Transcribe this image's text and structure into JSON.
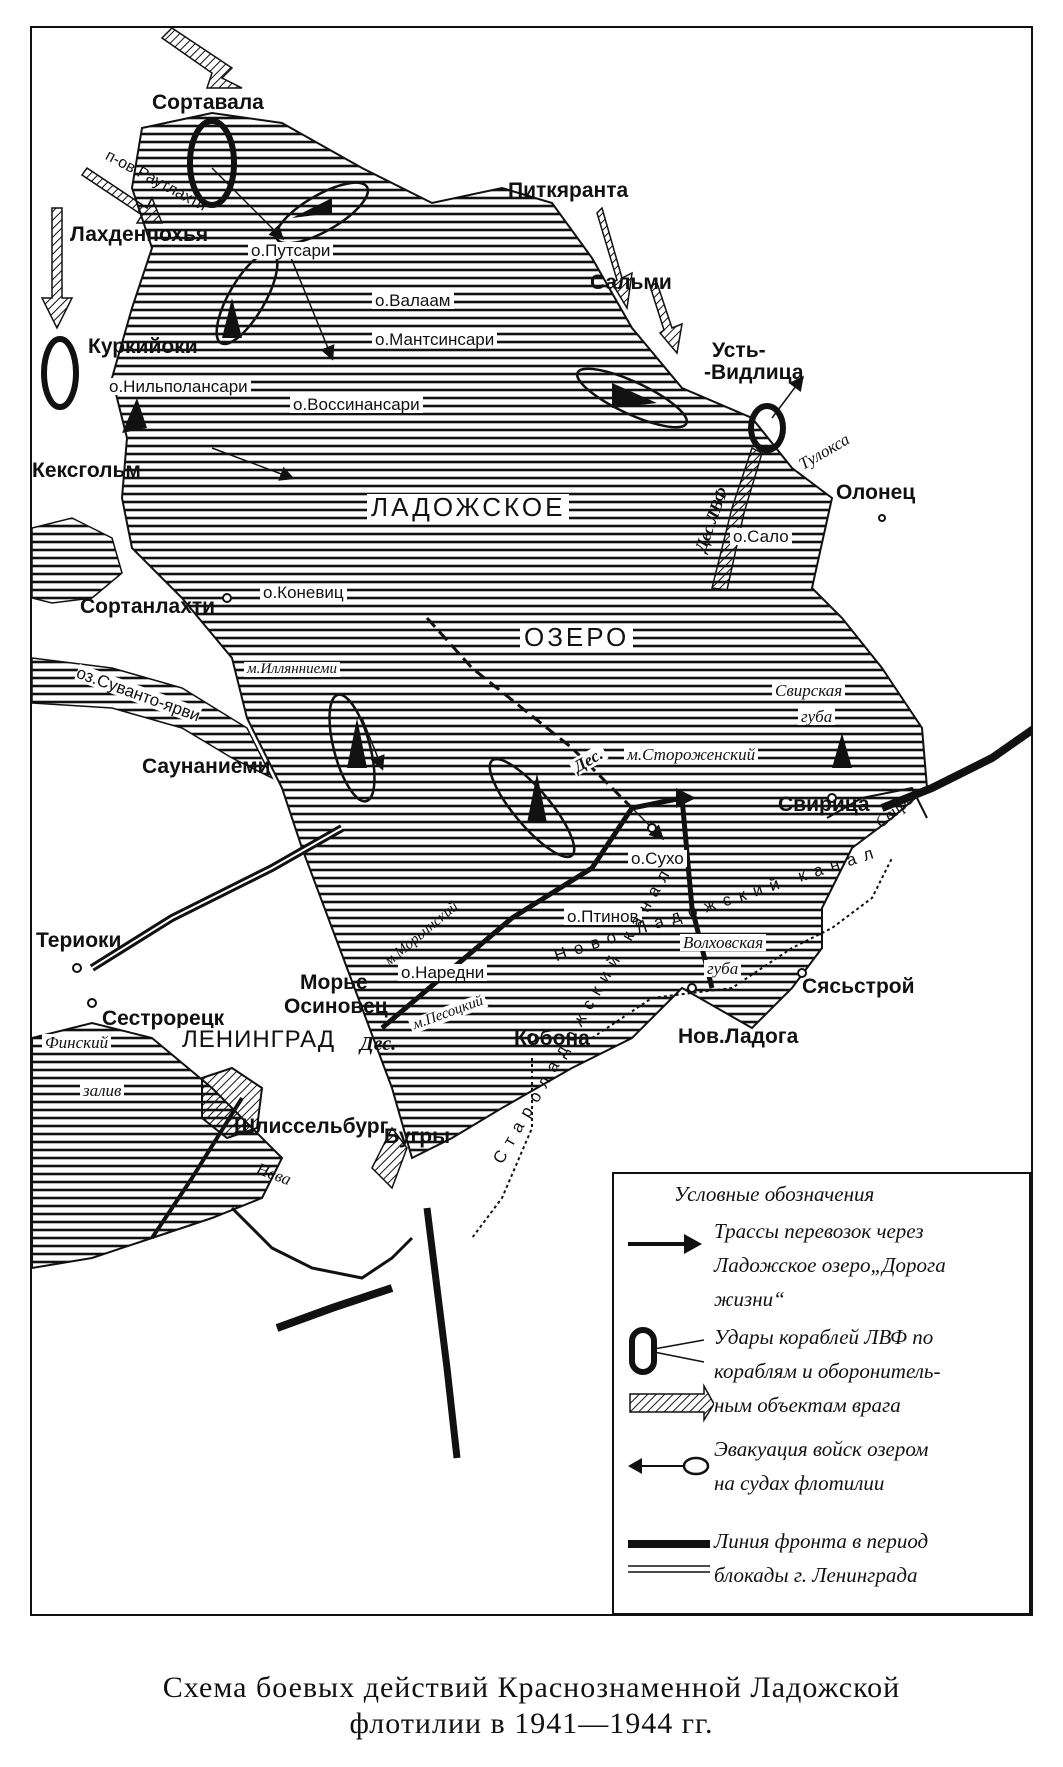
{
  "labels": {
    "sortavala": "Сортавала",
    "rautalahti": "п-ов Раутлахти",
    "lahdenpohja": "Лахденпохья",
    "putsari": "о.Путсари",
    "valaam": "о.Валаам",
    "mantsinsari": "о.Мантсинсари",
    "pitkyaranta": "Питкяранта",
    "salmi": "Сальми",
    "ust_vidlitsa_1": "Усть-",
    "ust_vidlitsa_2": "-Видлица",
    "kurkiyoki": "Куркийоки",
    "nilpolansari": "о.Нильполансари",
    "vossinansari": "о.Воссинансари",
    "keksgolm": "Кексгольм",
    "ladozhskoe": "ЛАДОЖСКОЕ",
    "ozero": "ОЗЕРО",
    "des_lvf": "Дес.ЛВФ",
    "tuloksa": "Тулокса",
    "olonets": "Олонец",
    "salo": "о.Сало",
    "sortanlahti": "Сортанлахти",
    "konevits": "о.Коневиц",
    "suvanto": "оз.Суванто-ярви",
    "illyaniemi": "м.Иллянниеми",
    "svirskaya": "Свирская",
    "guba_svir": "губа",
    "storozhensky": "м.Стороженский",
    "des_center": "Дес.",
    "saunaniemi": "Саунаниеми",
    "svirica": "Свирица",
    "svir": "Свирь",
    "suho": "о.Сухо",
    "ptinov": "о.Птинов",
    "volhovskaya": "Волховская",
    "guba_volh": "губа",
    "terioki": "Териоки",
    "morye": "Морье",
    "osinovets": "Осиновец",
    "nAredni": "о.Наредни",
    "morinsky": "м.Морьинский",
    "pesotsky": "м.Песоцкий",
    "sestroretsk": "Сестрорецк",
    "finsky": "Финский",
    "zaliv": "залив",
    "leningrad": "ЛЕНИНГРАД",
    "des_west": "Дес.",
    "kobona": "Кобона",
    "syasstroy": "Сясьстрой",
    "nov_ladoga": "Нов.Ладога",
    "shlisselburg": "Шлиссельбург",
    "neva": "Нева",
    "bugry": "Бугры",
    "new_ladoga_canal": "Ново-Ладожский канал",
    "old_ladoga_canal": "Староладожский канал"
  },
  "legend": {
    "title": "Условные обозначения",
    "item1": [
      "Трассы перевозок через",
      "Ладожское озеро„Дорога",
      "жизни“"
    ],
    "item2": [
      "Удары кораблей ЛВФ по",
      "кораблям и оборонитель-",
      "ным объектам врага"
    ],
    "item3": [
      "Эвакуация войск озером",
      "на судах флотилии"
    ],
    "item4": [
      "Линия фронта в период",
      "блокады г. Ленинграда"
    ]
  },
  "caption": {
    "line1": "Схема боевых действий Краснознаменной Ладожской",
    "line2": "флотилии в 1941—1944 гг."
  },
  "colors": {
    "ink": "#111111",
    "paper": "#ffffff"
  }
}
